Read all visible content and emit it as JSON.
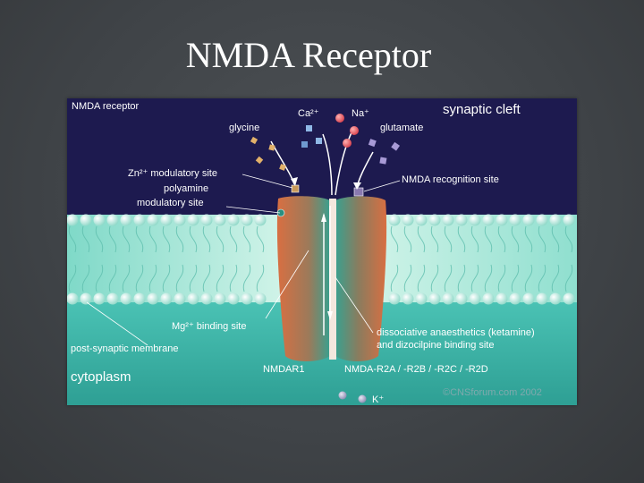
{
  "slide": {
    "title": "NMDA Receptor"
  },
  "figure": {
    "header": "NMDA receptor",
    "region_top": "synaptic cleft",
    "region_bottom": "cytoplasm",
    "ions": {
      "calcium": "Ca²⁺",
      "sodium": "Na⁺",
      "potassium": "K⁺"
    },
    "labels": {
      "glycine": "glycine",
      "glutamate": "glutamate",
      "zn_site": "Zn²⁺ modulatory site",
      "polyamine_1": "polyamine",
      "polyamine_2": "modulatory site",
      "nmda_recognition": "NMDA recognition site",
      "mg_site": "Mg²⁺ binding site",
      "post_membrane": "post-synaptic membrane",
      "nmdar1": "NMDAR1",
      "nmda_r2": "NMDA-R2A / -R2B / -R2C / -R2D",
      "dissociative_1": "dissociative anaesthetics (ketamine)",
      "dissociative_2": "and dizocilpine binding site"
    },
    "credit": "©CNSforum.com 2002",
    "colors": {
      "cleft": "#1d1a4f",
      "cytoplasm": "#3eb4a8",
      "membrane_band": "#b9efe2",
      "bead": "#c7f4e6",
      "receptor_orange": "#cf6a3e",
      "receptor_teal": "#3aa08f"
    }
  }
}
